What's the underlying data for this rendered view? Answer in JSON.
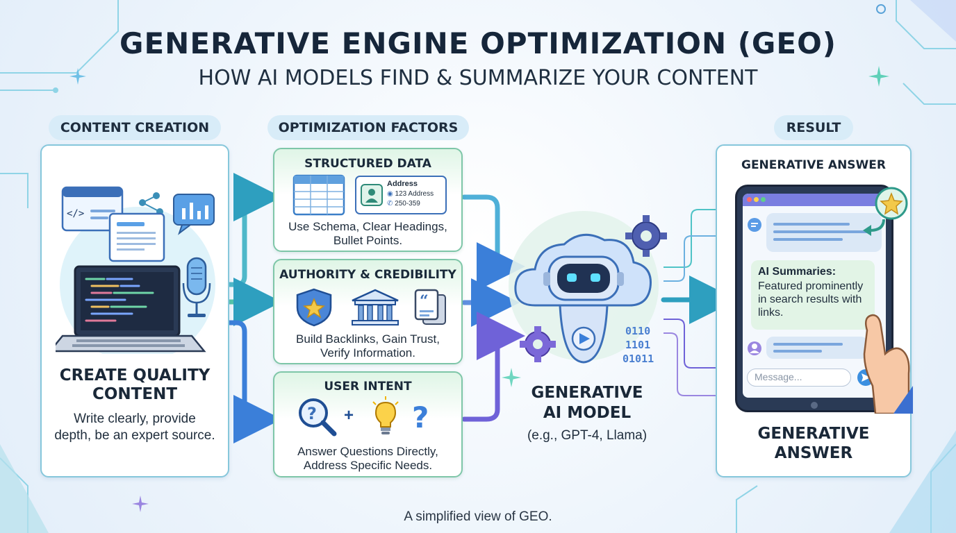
{
  "title": "GENERATIVE ENGINE OPTIMIZATION (GEO)",
  "subtitle": "HOW AI MODELS FIND & SUMMARIZE YOUR CONTENT",
  "sections": {
    "content_creation": "CONTENT CREATION",
    "optimization_factors": "OPTIMIZATION FACTORS",
    "result": "RESULT"
  },
  "content": {
    "heading_line1": "CREATE QUALITY",
    "heading_line2": "CONTENT",
    "desc_line1": "Write clearly, provide",
    "desc_line2": "depth, be an expert source.",
    "code_symbol": "</>"
  },
  "factors": [
    {
      "title": "STRUCTURED DATA",
      "desc_line1": "Use Schema, Clear Headings,",
      "desc_line2": "Bullet Points."
    },
    {
      "title": "AUTHORITY & CREDIBILITY",
      "desc_line1": "Build Backlinks, Gain Trust,",
      "desc_line2": "Verify Information."
    },
    {
      "title": "USER INTENT",
      "desc_line1": "Answer Questions Directly,",
      "desc_line2": "Address Specific Needs."
    }
  ],
  "address_card": {
    "label": "Address",
    "line1": "123 Address",
    "line2": "250-359"
  },
  "intent_plus": "+",
  "model": {
    "line1": "GENERATIVE",
    "line2": "AI MODEL",
    "examples": "(e.g., GPT-4, Llama)",
    "binary": [
      "0110",
      "1101",
      "01011"
    ]
  },
  "result": {
    "panel_title": "GENERATIVE ANSWER",
    "summary_title": "AI Summaries:",
    "summary_lines": [
      "Featured prominently",
      "in search results with",
      "links."
    ],
    "message_placeholder": "Message...",
    "bottom_line1": "GENERATIVE",
    "bottom_line2": "ANSWER"
  },
  "caption": "A simplified view of GEO.",
  "colors": {
    "accent_blue": "#3b7fd9",
    "accent_teal": "#4fc3c6",
    "accent_purple": "#7b68d8",
    "card_green": "#7ec6a8",
    "panel_border": "#86c7db"
  },
  "icons": [
    "code-window-icon",
    "share-nodes-icon",
    "chart-chat-icon",
    "microphone-icon",
    "laptop-icon",
    "table-icon",
    "contact-card-icon",
    "shield-star-icon",
    "bank-building-icon",
    "quote-cards-icon",
    "magnifier-question-icon",
    "lightbulb-icon",
    "question-mark-icon",
    "robot-icon",
    "cloud-icon",
    "gear-icon",
    "tablet-icon",
    "hand-icon",
    "star-badge-icon",
    "send-icon",
    "sparkle-icon"
  ]
}
